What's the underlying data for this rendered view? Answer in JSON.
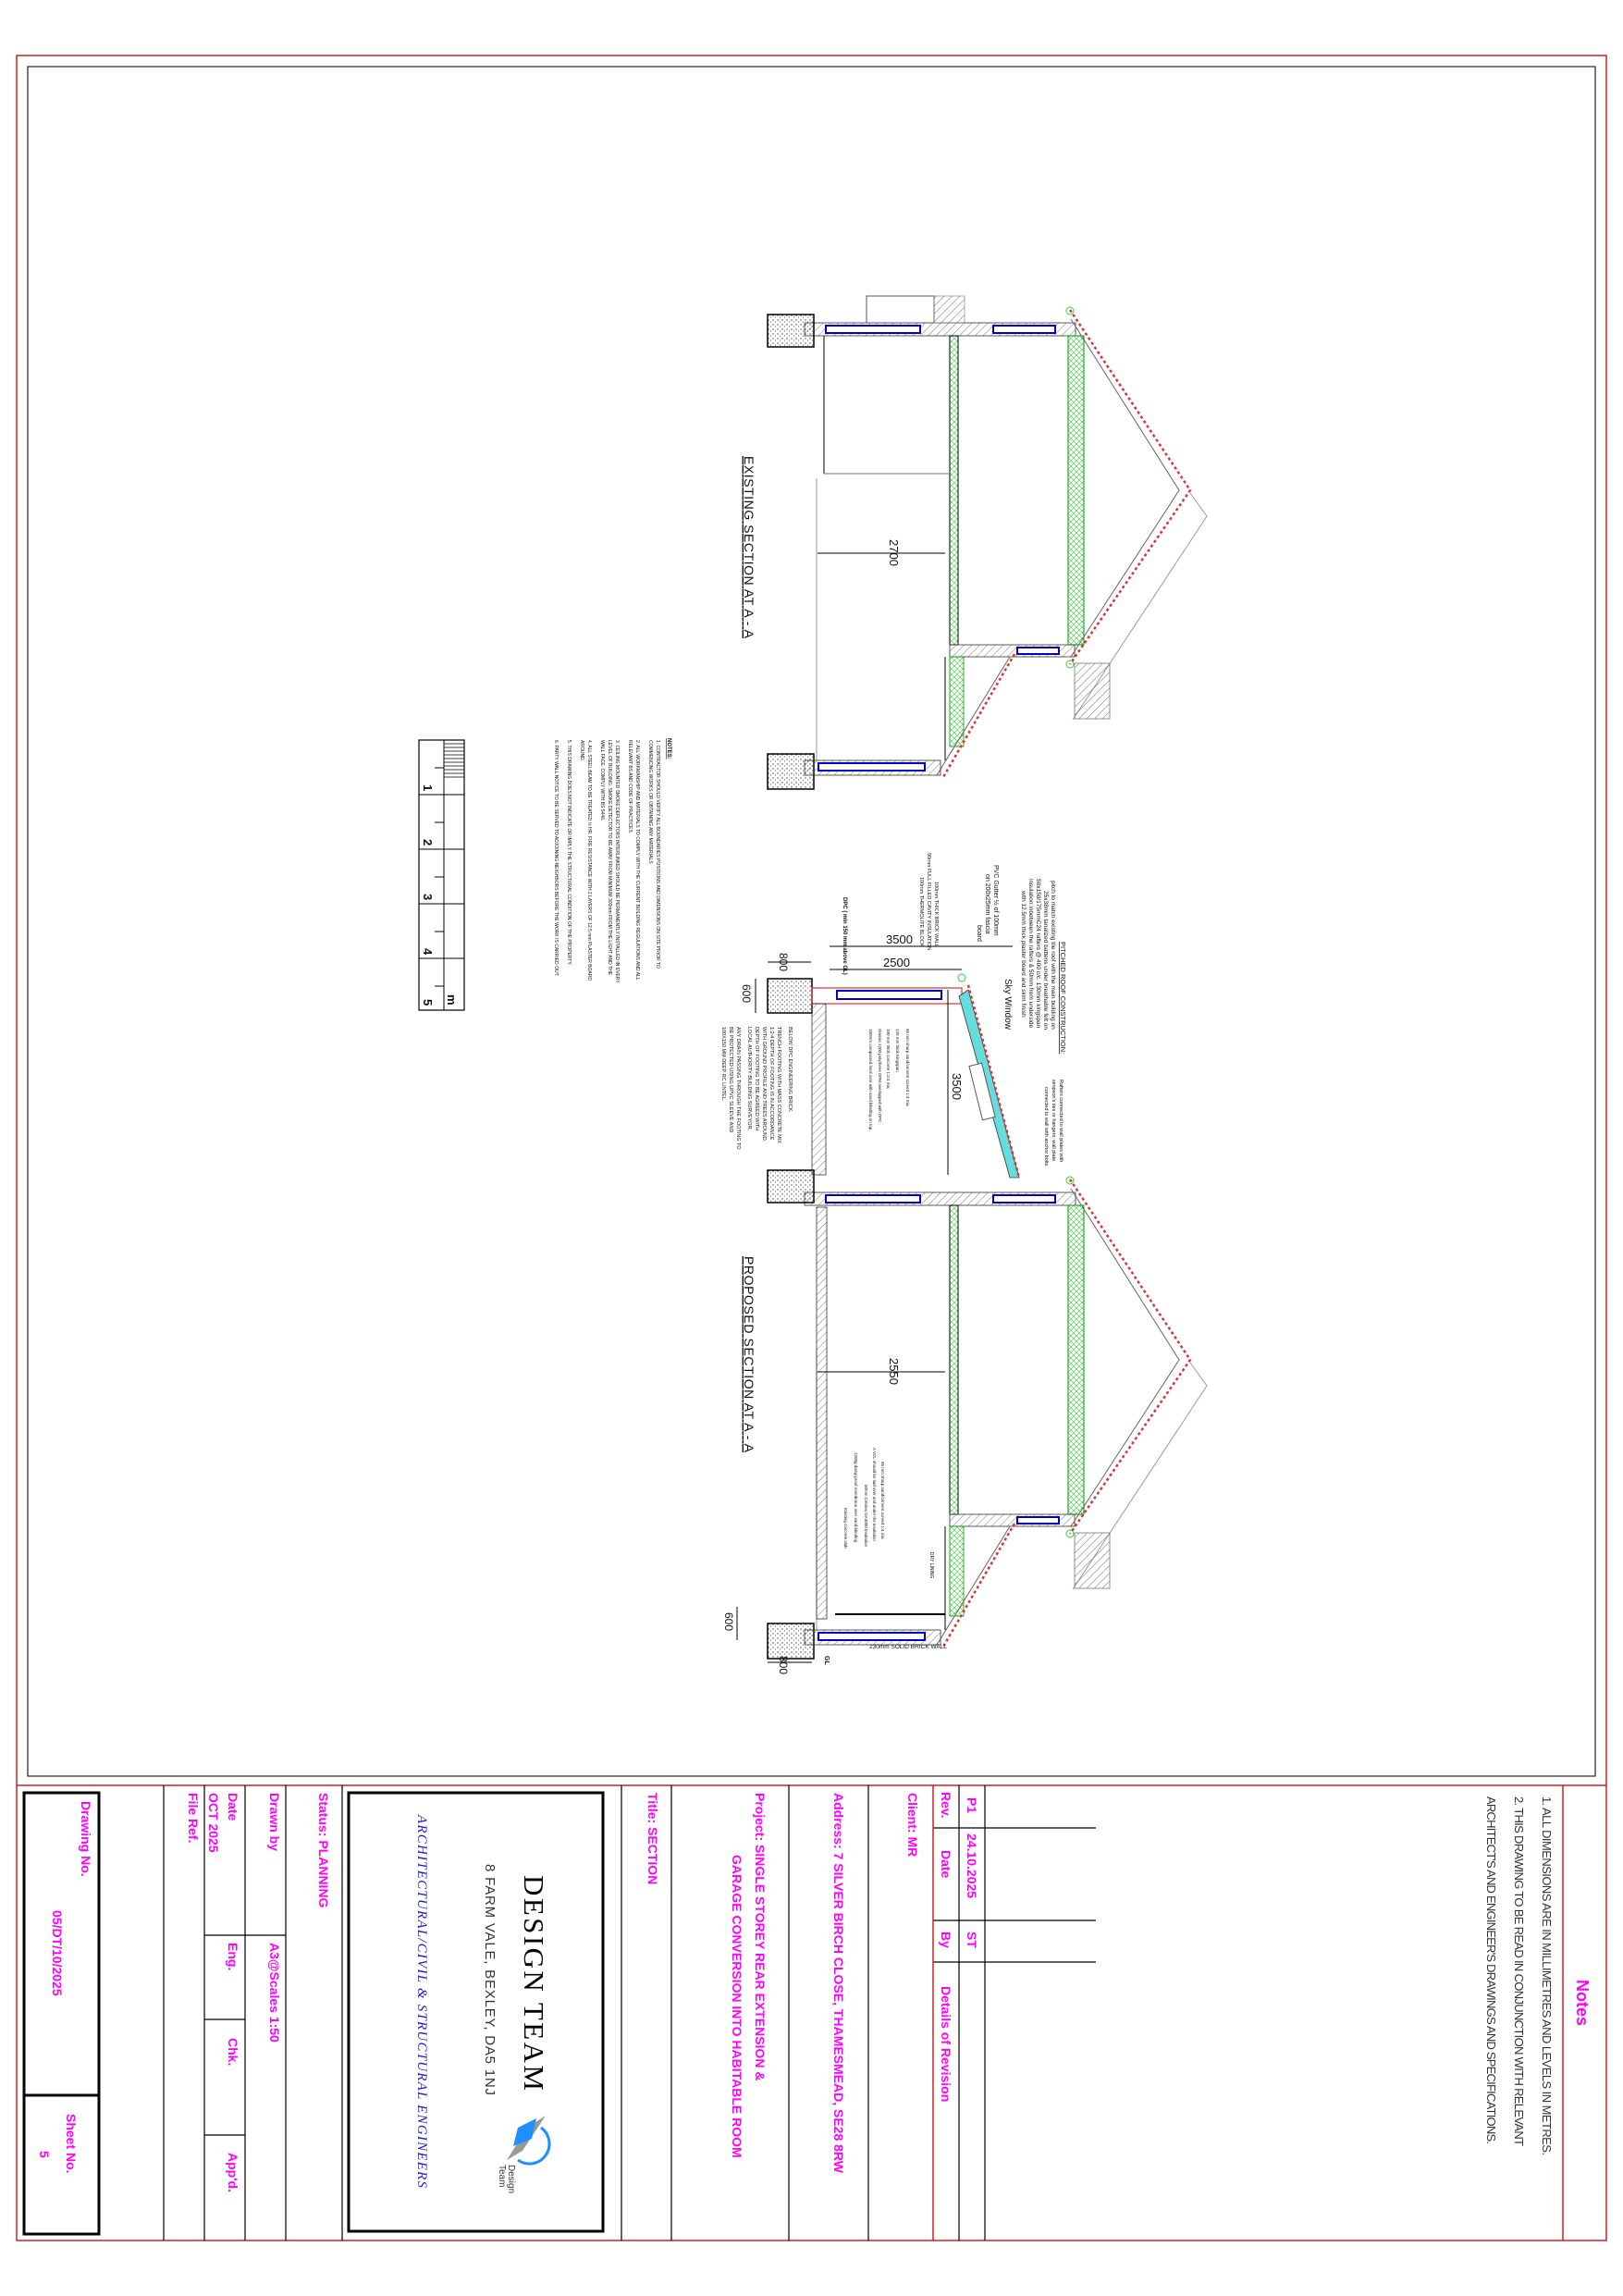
{
  "notes_panel": {
    "title": "Notes",
    "lines": [
      "1. ALL DIMENSIONS ARE IN MILLIMETRES AND LEVELS IN METRES.",
      "2. THIS DRAWING TO BE READ IN CONJUNCTION WITH RELEVANT",
      "ARCHITECT'S AND ENGINEER'S DRAWINGS AND SPECIFICATIONS."
    ]
  },
  "revisions": {
    "headers": {
      "rev": "Rev.",
      "date": "Date",
      "by": "By",
      "details": "Details of Revision"
    },
    "rows": [
      {
        "rev": "P1",
        "date": "24.10.2025",
        "by": "ST"
      }
    ]
  },
  "client": "Client: MR",
  "address": "Address: 7 SILVER BIRCH CLOSE, THAMESMEAD, SE28 8RW",
  "project": [
    "Project: SINGLE STOREY REAR EXTENSION &",
    "GARAGE CONVERSION INTO HABITABLE ROOM"
  ],
  "title": "Title: SECTION",
  "company": {
    "name": "DESIGN TEAM",
    "address": "8 FARM VALE, BEXLEY, DA5 1NJ",
    "tagline": "ARCHITECTURAL/CIVIL & STRUCTURAL ENGINEERS",
    "logo_text": [
      "Design",
      "Team"
    ],
    "logo_color": "#1e90ff"
  },
  "status": "Status: PLANNING",
  "drawn_by": {
    "label": "Drawn by",
    "scale": "A3@Scales 1:50"
  },
  "date": {
    "label": "Date",
    "value": "OCT 2025"
  },
  "eng": "Eng.",
  "chk": "Chk.",
  "appd": "App'd.",
  "file_ref": "File Ref.",
  "drawing_no": {
    "label": "Drawing No.",
    "value": "05/DT/10/2025"
  },
  "sheet_no": {
    "label": "Sheet No.",
    "value": "5"
  },
  "general_notes": {
    "heading": "NOTES:",
    "lines": [
      "1. CONTRACTOR SHOULD VERIFY ALL BOUNDARIES POSITIONS AND DIMENSIONS ON SITE PRIOR TO",
      "COMMENCING WORKS OR OBTAINING ANY MATERIALS.",
      "2. ALL WORKMANSHIP AND MATERIALS TO COMPLY WITH THE CURRENT BUILDING REGULATIONS AND ALL",
      "RELEVANT BS AND CODE OF PRACTICES.",
      "3. CEILING MOUNTED SMOKE DEFLECTORS INTERLINKED SHOULD BE PERMANENTLY INSTALLED IN EVERY",
      "LEVEL OF BUILDING. SMOKE DETECTOR TO BE AWAY FROM MINIMUM 300mm FROM THE LIGHT AND THE",
      "WALL FACE. COMPLY WITH BS 5446.",
      "4. ALL STEEL BEAM TO BE TREATED ½ HR. FIRE RESISTANCE WITH 2 LAYERS OF 12.5 mm PLASTER BOARD",
      "AROUND.",
      "5. THIS DRAWING DOES NOT INDICATE OR IMPLY THE STRUCTURAL CONDITION OF THE PROPERTY.",
      "6. PARTY WALL NOTICE TO BE SERVED TO ADJOINING NEIGHBORS BEFORE THE WORK IS CARRIED OUT."
    ]
  },
  "scale_bar": {
    "labels": [
      "1",
      "2",
      "3",
      "4",
      "5"
    ],
    "unit": "m"
  },
  "existing_section": {
    "title": "EXISTING SECTION  AT A - A",
    "dim_height": "2700"
  },
  "proposed_section": {
    "title": "PROPOSED SECTION  AT A - A",
    "dim_height": "2550",
    "dims": {
      "ext_overall": "3500",
      "ext_inner": "2500",
      "ext_depth": "3500",
      "footing_w": "800",
      "footing_d": "600"
    },
    "roof_heading": "PITCHED ROOF CONSTRUCTION:",
    "roof_spec": [
      "pitch to match existing tile roof with the main building on",
      "25x38mm tanalized battens under breathable felt on",
      "50x150/175mmC24 rafters @ 400 c/c. 130mm kingspan",
      "insulation inbetween the rafters & 50mm from underside",
      "with 12.5mm thick plaster board and skim finish"
    ],
    "sky_window": "Sky Window",
    "rafters_note": [
      "Rafters connected to wall plates with",
      "simpson's ties or hangers; wall plate",
      "connected to wall with anchor bolts."
    ],
    "gutter_note": [
      "PVC Gutter ½ of 100mm",
      "on 200x25mm fascia",
      "board"
    ],
    "wall_layers": [
      "100mm THICK BRICK WALL",
      "90mm FULL FILLED CAVITY INSULATION",
      "100mm THERMOLITE BLOCK"
    ],
    "dpc": "DPC ( min 150 mm above GL)",
    "floor_layers": [
      "65 mm sharp sand/cement screed 1:4 mix",
      "120 mm thick Kingspan",
      "100 mm thick concrete 1:2:4 mix",
      "Glassic 1200 polythene DPM overlapped with DPC",
      "150mm compacted hard core with sand blinding on top."
    ],
    "below_dpc": "BELOW DPC ENGINEERING BRICK.",
    "trench": [
      "TRENCH FOOTING WITH MASS CONCRETE MIX",
      "1:2:4 DEPTH OF FOOTING IS IN ACCORDANCE",
      "WITH GROUND PROFILE AND TREES AROUND.",
      "DEPTH OF FOOTING TO BE AGREED WITH",
      "LOCAL AUTHORITY BUILDING SURVEYOR."
    ],
    "drain": [
      "ANY DRAIN PASSING THROUGH THE FOOTING TO",
      "BE PROTECTED USING UPVC SLEEVE AND",
      "100X150 MM DEEP RC LINTEL."
    ],
    "garage_layers": [
      "65 mm sharp sand/cement screed 1:4 mix",
      "A VCL should be laid over and under the insulation",
      "50mm Celotex GA4000 insulation",
      "1200g damp proof membrane over sand blinding",
      "Existing concrete slab"
    ],
    "dry_lining": "DRY LINING",
    "solid_wall": "230mm SOLID BRICK WALL",
    "gl": "GL",
    "front_dims": {
      "footing_w": "800",
      "footing_d": "600"
    }
  },
  "colors": {
    "border": "#cc2222",
    "titleblock_text": "#ff00ff",
    "window": "#0000cc",
    "insulation": "#33cc33",
    "roof": "#dd3333",
    "sky_insulation": "#66dddd"
  }
}
